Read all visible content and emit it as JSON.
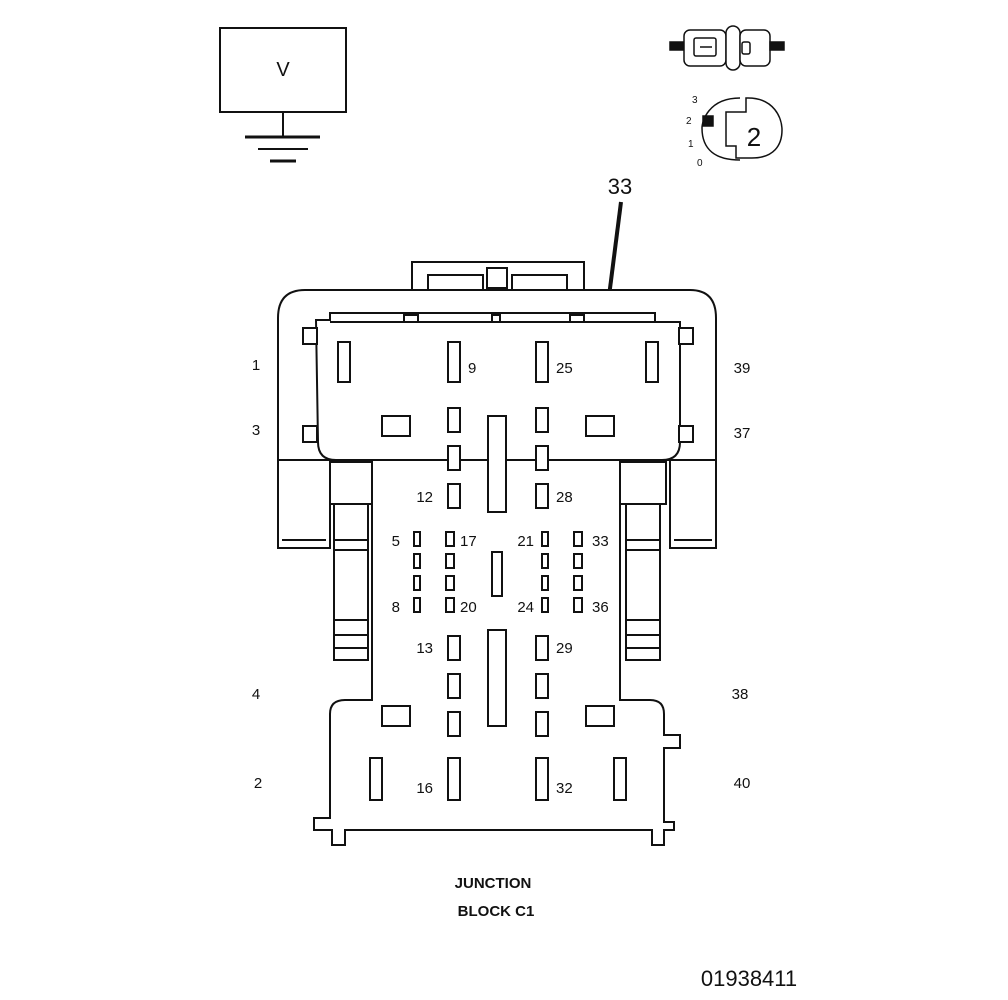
{
  "voltmeter": {
    "label": "V"
  },
  "ignition_switch": {
    "positions": [
      "3",
      "2",
      "1",
      "0"
    ],
    "selected": "2"
  },
  "callout": {
    "label": "33"
  },
  "pin_labels": [
    "1",
    "3",
    "4",
    "2",
    "39",
    "37",
    "38",
    "40",
    "9",
    "25",
    "12",
    "28",
    "5",
    "17",
    "21",
    "33",
    "8",
    "20",
    "24",
    "36",
    "13",
    "29",
    "16",
    "32"
  ],
  "caption": {
    "line1": "JUNCTION",
    "line2": "BLOCK C1"
  },
  "diagram_code": "01938411"
}
